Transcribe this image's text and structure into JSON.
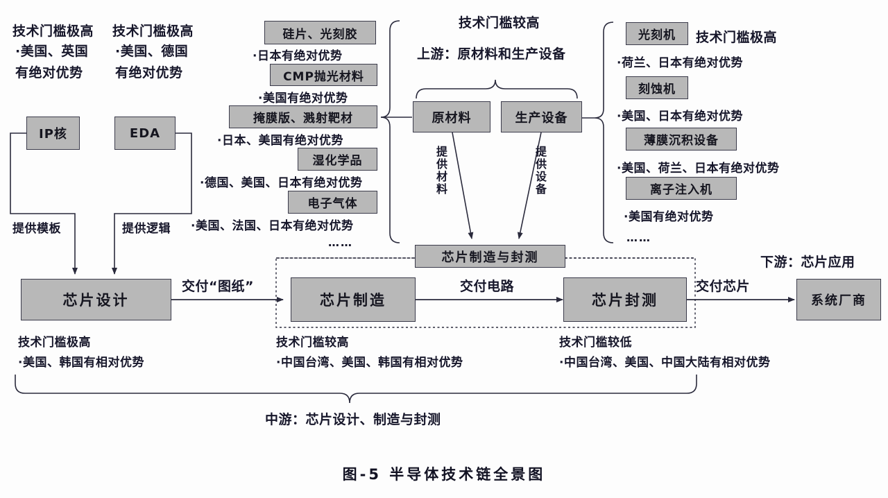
{
  "figure": {
    "caption": "图-5    半导体技术链全景图"
  },
  "design_inputs": {
    "ip_note": {
      "line1": "技术门槛极高",
      "line2": "·美国、英国",
      "line3": "有绝对优势"
    },
    "eda_note": {
      "line1": "技术门槛极高",
      "line2": "·美国、德国",
      "line3": "有绝对优势"
    },
    "ip_box": "IP核",
    "eda_box": "EDA",
    "ip_edge_label": "提供模板",
    "eda_edge_label": "提供逻辑"
  },
  "materials": {
    "items": [
      {
        "name": "硅片、光刻胶",
        "note": "·日本有绝对优势"
      },
      {
        "name": "CMP抛光材料",
        "note": "·美国有绝对优势"
      },
      {
        "name": "掩膜版、溅射靶材",
        "note": "·日本、美国有绝对优势"
      },
      {
        "name": "湿化学品",
        "note": "·德国、美国、日本有绝对优势"
      },
      {
        "name": "电子气体",
        "note": "·美国、法国、日本有绝对优势"
      }
    ],
    "ellipsis": "……"
  },
  "equipment": {
    "threshold_label": "技术门槛极高",
    "items": [
      {
        "name": "光刻机",
        "note": "·荷兰、日本有绝对优势"
      },
      {
        "name": "刻蚀机",
        "note": "·美国、日本有绝对优势"
      },
      {
        "name": "薄膜沉积设备",
        "note": "·美国、荷兰、日本有绝对优势"
      },
      {
        "name": "离子注入机",
        "note": "·美国有绝对优势"
      }
    ],
    "ellipsis": "……"
  },
  "upstream": {
    "threshold_label": "技术门槛较高",
    "stage_label": "上游：原材料和生产设备",
    "raw_material_box": "原材料",
    "equipment_box": "生产设备",
    "supply_material_label": "提供材料",
    "supply_equipment_label": "提供设备"
  },
  "midstream": {
    "fab_package_box": "芯片制造与封测",
    "stage_label": "中游：芯片设计、制造与封测",
    "design": {
      "box": "芯片设计",
      "note1": "技术门槛极高",
      "note2": "·美国、韩国有相对优势"
    },
    "manufacture": {
      "box": "芯片制造",
      "note1": "技术门槛较高",
      "note2": "·中国台湾、美国、韩国有相对优势"
    },
    "packaging": {
      "box": "芯片封测",
      "note1": "技术门槛较低",
      "note2": "·中国台湾、美国、中国大陆有相对优势"
    },
    "flow_labels": {
      "design_to_fab": "交付“图纸”",
      "fab_to_package": "交付电路",
      "package_to_system": "交付芯片"
    }
  },
  "downstream": {
    "stage_label": "下游：芯片应用",
    "system_vendor_box": "系统厂商"
  },
  "colors": {
    "box_fill": "#b8b8b8",
    "box_stroke": "#3a3a4a",
    "line": "#2a2a3c",
    "text": "#16162a"
  }
}
